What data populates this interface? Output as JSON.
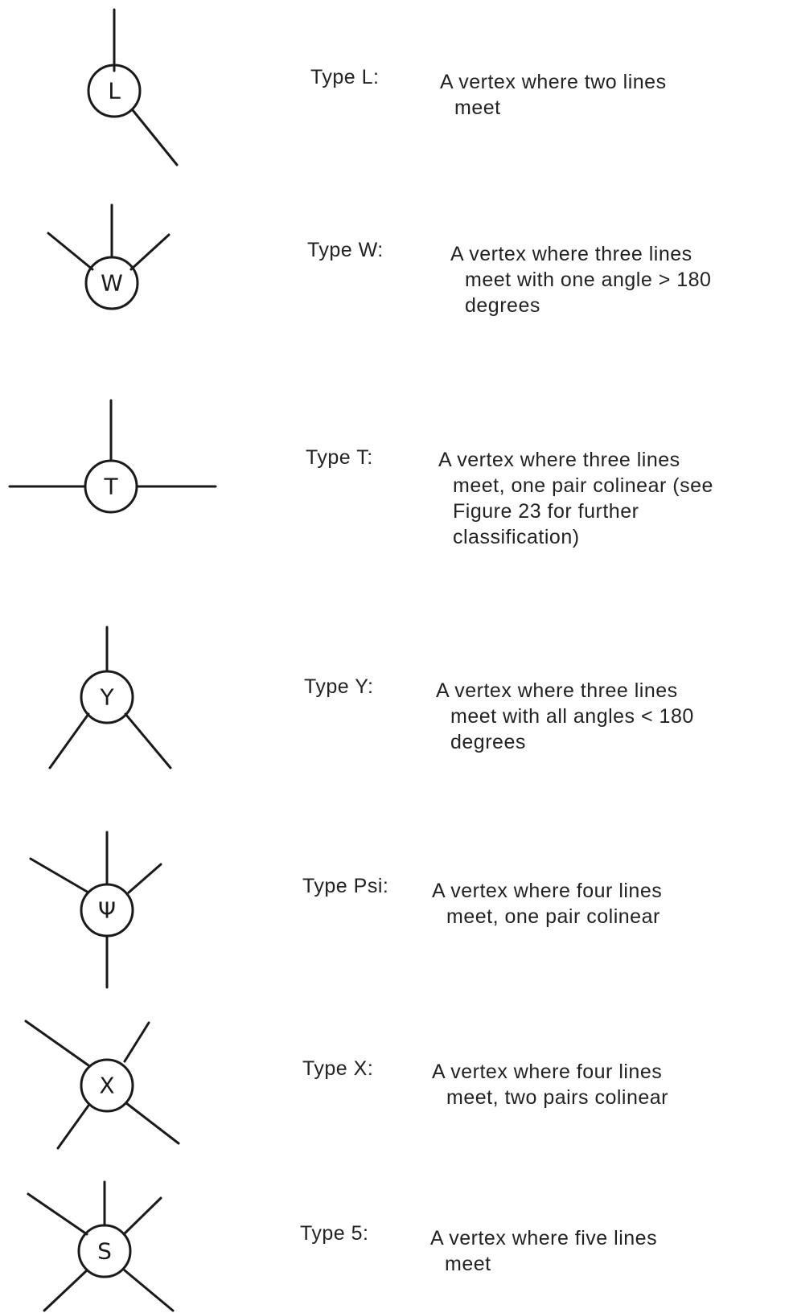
{
  "vertex_types": [
    {
      "label": "Type L:",
      "symbol": "L",
      "lines": [
        "A vertex where two lines",
        "meet"
      ]
    },
    {
      "label": "Type W:",
      "symbol": "W",
      "lines": [
        "A vertex where three lines",
        "meet with one angle > 180",
        "degrees"
      ]
    },
    {
      "label": "Type T:",
      "symbol": "T",
      "lines": [
        "A vertex where three lines",
        "meet, one pair colinear (see",
        "Figure 23 for further",
        "classification)"
      ]
    },
    {
      "label": "Type Y:",
      "symbol": "Y",
      "lines": [
        "A vertex where three lines",
        "meet with all angles < 180",
        "degrees"
      ]
    },
    {
      "label": "Type Psi:",
      "symbol": "Ψ",
      "lines": [
        "A vertex where four lines",
        "meet, one pair colinear"
      ]
    },
    {
      "label": "Type X:",
      "symbol": "X",
      "lines": [
        "A vertex where four lines",
        "meet, two pairs colinear"
      ]
    },
    {
      "label": "Type 5:",
      "symbol": "S",
      "lines": [
        "A vertex where five lines",
        "meet"
      ]
    }
  ]
}
